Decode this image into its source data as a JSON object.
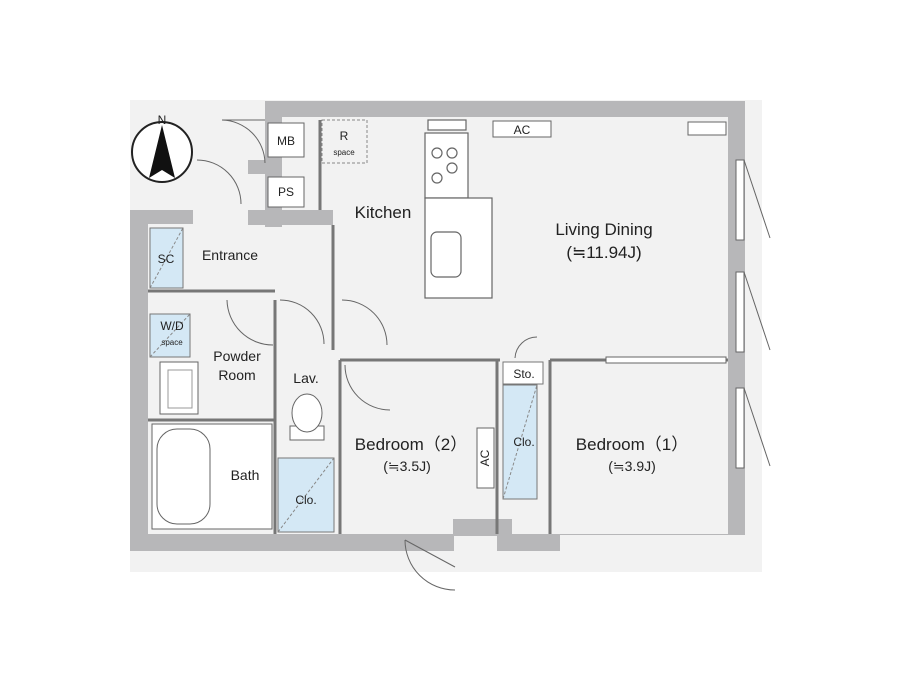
{
  "compass": {
    "letter": "N"
  },
  "rooms": {
    "living": {
      "name": "Living Dining",
      "area": "(≒11.94J)"
    },
    "kitchen": {
      "name": "Kitchen"
    },
    "entrance": {
      "name": "Entrance"
    },
    "powder": {
      "line1": "Powder",
      "line2": "Room"
    },
    "bath": {
      "name": "Bath"
    },
    "lav": {
      "name": "Lav."
    },
    "bedroom2": {
      "name": "Bedroom（2）",
      "area": "(≒3.5J)"
    },
    "bedroom1": {
      "name": "Bedroom（1）",
      "area": "(≒3.9J)"
    }
  },
  "fixtures": {
    "mb": "MB",
    "ps": "PS",
    "sc": "SC",
    "r_space": {
      "top": "R",
      "bottom": "space"
    },
    "wd_space": {
      "top": "W/D",
      "bottom": "space"
    },
    "sto": "Sto.",
    "clo_bath": "Clo.",
    "clo_bed": "Clo.",
    "ac_living": "AC",
    "ac_bedroom2": "AC"
  },
  "colors": {
    "wall": "#b7b7b9",
    "line": "#555555",
    "storage_fill": "#d4e8f5",
    "floor": "#ffffff"
  }
}
